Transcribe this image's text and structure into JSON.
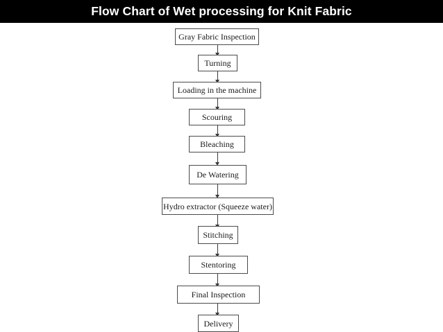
{
  "header": {
    "title": "Flow Chart of Wet processing for Knit Fabric",
    "background_color": "#000000",
    "text_color": "#ffffff"
  },
  "colors": {
    "page_background": "#ffffff",
    "node_border": "#4a4a4a",
    "node_fill": "#ffffff",
    "node_text": "#1a1a1a",
    "connector": "#3a3a3a"
  },
  "chart_data": {
    "type": "diagram",
    "diagram_kind": "flowchart",
    "orientation": "vertical-top-to-bottom",
    "title": "Flow Chart of Wet processing for Knit Fabric",
    "node_count": 12,
    "connector_count": 11,
    "nodes": [
      {
        "id": "n1",
        "label": "Gray Fabric Inspection"
      },
      {
        "id": "n2",
        "label": "Turning"
      },
      {
        "id": "n3",
        "label": "Loading in the machine"
      },
      {
        "id": "n4",
        "label": "Scouring"
      },
      {
        "id": "n5",
        "label": "Bleaching"
      },
      {
        "id": "n6",
        "label": "De Watering"
      },
      {
        "id": "n7",
        "label": "Hydro extractor (Squeeze water)"
      },
      {
        "id": "n8",
        "label": "Stitching"
      },
      {
        "id": "n9",
        "label": "Stentoring"
      },
      {
        "id": "n10",
        "label": "Final Inspection"
      },
      {
        "id": "n11",
        "label": "Delivery"
      }
    ],
    "edges": [
      {
        "from": "n1",
        "to": "n2",
        "style": "arrow"
      },
      {
        "from": "n2",
        "to": "n3",
        "style": "arrow"
      },
      {
        "from": "n3",
        "to": "n4",
        "style": "arrow"
      },
      {
        "from": "n4",
        "to": "n5",
        "style": "arrow"
      },
      {
        "from": "n5",
        "to": "n6",
        "style": "arrow"
      },
      {
        "from": "n6",
        "to": "n7",
        "style": "arrow"
      },
      {
        "from": "n7",
        "to": "n8",
        "style": "arrow"
      },
      {
        "from": "n8",
        "to": "n9",
        "style": "arrow"
      },
      {
        "from": "n9",
        "to": "n10",
        "style": "arrow"
      },
      {
        "from": "n10",
        "to": "n11",
        "style": "arrow"
      }
    ]
  }
}
